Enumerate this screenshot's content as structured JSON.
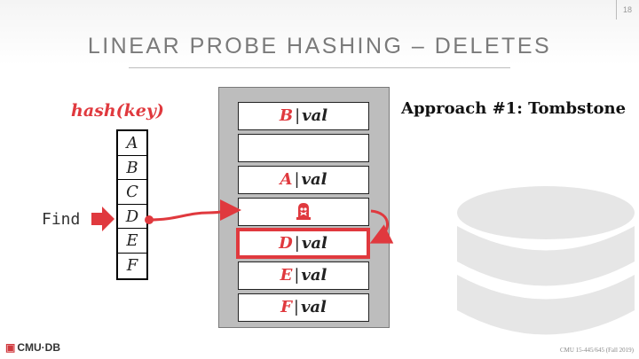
{
  "slide": {
    "number": "18",
    "title": "LINEAR PROBE HASHING – DELETES"
  },
  "hash_function": "hash(key)",
  "hash_table": {
    "keys": [
      "A",
      "B",
      "C",
      "D",
      "E",
      "F"
    ]
  },
  "find_label": "Find",
  "storage_slots": [
    {
      "key": "B",
      "separator": "|",
      "value": "val"
    },
    {
      "key": "",
      "separator": "",
      "value": ""
    },
    {
      "key": "A",
      "separator": "|",
      "value": "val"
    },
    {
      "key": "",
      "separator": "",
      "value": "",
      "icon": "tombstone-icon"
    },
    {
      "key": "D",
      "separator": "|",
      "value": "val",
      "highlighted": true
    },
    {
      "key": "E",
      "separator": "|",
      "value": "val"
    },
    {
      "key": "F",
      "separator": "|",
      "value": "val"
    }
  ],
  "approach_text": "Approach #1: Tombstone",
  "footer": {
    "logo": "CMU·DB",
    "course": "CMU 15-445/645 (Fall 2019)"
  },
  "colors": {
    "accent": "#e0393e",
    "title_gray": "#7a7a7a",
    "storage_bg": "#bdbdbd"
  }
}
